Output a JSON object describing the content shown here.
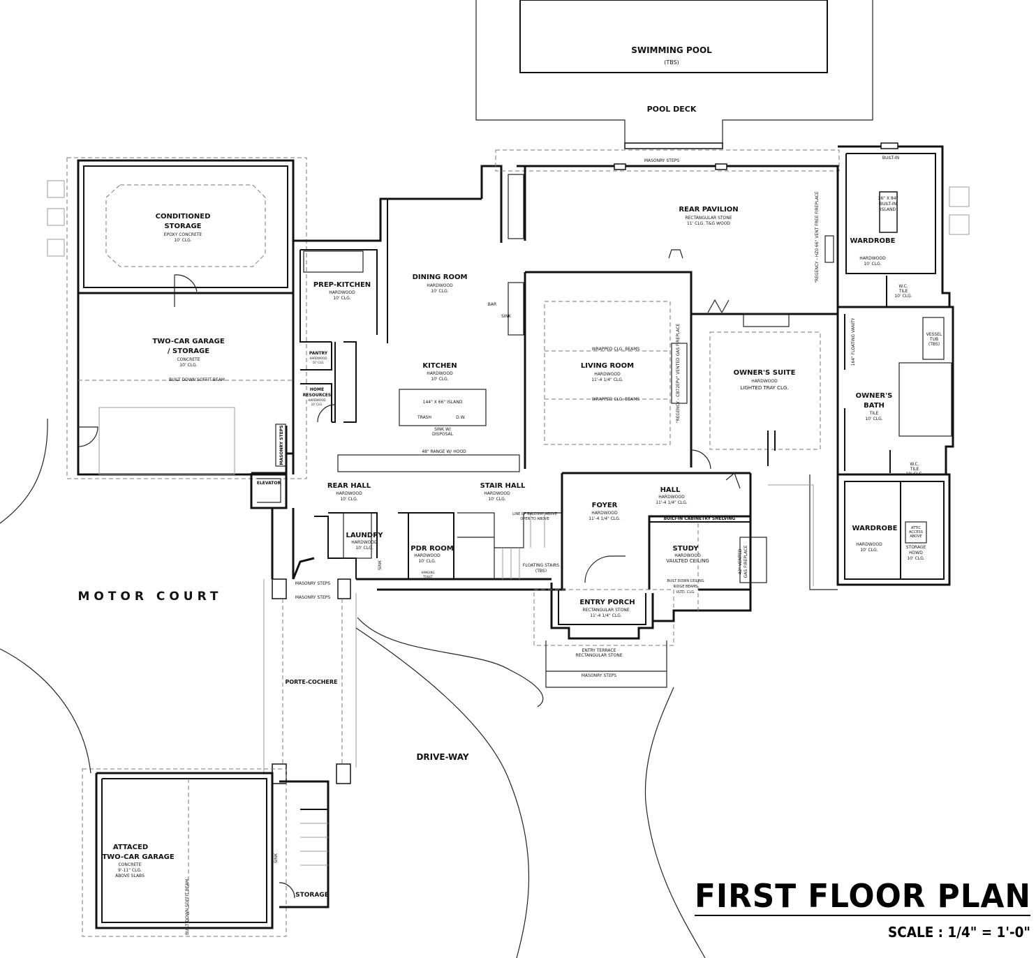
{
  "title": "FIRST FLOOR PLAN",
  "scale": "SCALE : 1/4\" = 1'-0\"",
  "exterior": {
    "pool": {
      "name": "SWIMMING POOL",
      "note": "(TBS)"
    },
    "pool_deck": "POOL DECK",
    "masonry_steps": "MASONRY STEPS",
    "motor_court": "MOTOR COURT",
    "porte_cochere": "PORTE-COCHERE",
    "driveway": "DRIVE-WAY",
    "entry_terrace": {
      "name": "ENTRY TERRACE",
      "finish": "RECTANGULAR STONE"
    }
  },
  "rooms": {
    "conditioned_storage": {
      "name": "CONDITIONED",
      "name2": "STORAGE",
      "finish": "EPOXY CONCRETE",
      "ceiling": "10' CLG."
    },
    "garage_storage": {
      "name": "TWO-CAR GARAGE",
      "name2": "/ STORAGE",
      "finish": "CONCRETE",
      "ceiling": "10' CLG.",
      "beam": "BUILT DOWN SOFFIT BEAM"
    },
    "prep_kitchen": {
      "name": "PREP-KITCHEN",
      "finish": "HARDWOOD",
      "ceiling": "10' CLG."
    },
    "dining": {
      "name": "DINING ROOM",
      "finish": "HARDWOOD",
      "ceiling": "10' CLG.",
      "bar": "BAR",
      "sink": "SINK"
    },
    "pantry": {
      "name": "PANTRY",
      "finish": "HARDWOOD",
      "ceiling": "10' CLG."
    },
    "home_resources": {
      "name": "HOME",
      "name2": "RESOURCES",
      "finish": "HARDWOOD",
      "ceiling": "10' CLG."
    },
    "kitchen": {
      "name": "KITCHEN",
      "finish": "HARDWOOD",
      "ceiling": "10' CLG.",
      "island": "144\" X 66\" ISLAND",
      "trash": "TRASH",
      "dw": "D.W.",
      "sink": "SINK W/",
      "disposal": "DISPOSAL",
      "range": "48\" RANGE W/ HOOD"
    },
    "rear_pavilion": {
      "name": "REAR PAVILION",
      "finish": "RECTANGULAR STONE",
      "ceiling": "11' CLG. T&G WOOD",
      "fireplace": "\"REGENCY - HZ0 66\" VENT FREE FIREPLACE"
    },
    "living": {
      "name": "LIVING ROOM",
      "finish": "HARDWOOD",
      "ceiling": "11'-4 1/4\" CLG.",
      "beams": "WRAPPED CLG. BEAMS",
      "fireplace": "\"REGENCY - CB72EPV\" VENTED GAS FIREPLACE"
    },
    "owners_suite": {
      "name": "OWNER'S SUITE",
      "finish": "HARDWOOD",
      "ceiling": "LIGHTED TRAY CLG."
    },
    "wardrobe_upper": {
      "name": "WARDROBE",
      "finish": "HARDWOOD",
      "ceiling": "10' CLG.",
      "island": "36\" X 84\"",
      "island2": "BUILT-IN",
      "island3": "ISLAND",
      "builtin": "BUILT-IN"
    },
    "owners_bath": {
      "name": "OWNER'S",
      "name2": "BATH",
      "finish": "TILE",
      "ceiling": "10' CLG.",
      "vanity": "164\" FLOATING VANITY",
      "tub": "VESSEL",
      "tub2": "TUB",
      "tub3": "(TBS)"
    },
    "wc_upper": {
      "name": "W.C.",
      "finish": "TILE",
      "ceiling": "10' CLG."
    },
    "wc_lower": {
      "name": "W.C.",
      "finish": "TILE",
      "ceiling": "10' CLG."
    },
    "wardrobe_lower": {
      "name": "WARDROBE",
      "finish": "HARDWOOD",
      "ceiling": "10' CLG.",
      "attic": "ATTIC",
      "attic2": "ACCESS",
      "attic3": "ABOVE"
    },
    "storage_hdwd": {
      "name": "STORAGE",
      "finish": "HDWD",
      "ceiling": "10' CLG."
    },
    "elevator": "ELEVATOR",
    "masonry_steps_side": "MASONRY STEPS",
    "rear_hall": {
      "name": "REAR HALL",
      "finish": "HARDWOOD",
      "ceiling": "10' CLG."
    },
    "stair_hall": {
      "name": "STAIR HALL",
      "finish": "HARDWOOD",
      "ceiling": "10' CLG."
    },
    "hall": {
      "name": "HALL",
      "finish": "HARDWOOD",
      "ceiling": "11'-4 1/4\" CLG."
    },
    "laundry": {
      "name": "LAUNDRY",
      "finish": "HARDWOOD",
      "ceiling": "10' CLG.",
      "sink": "SINK"
    },
    "pdr": {
      "name": "PDR ROOM",
      "finish": "HARDWOOD",
      "ceiling": "10' CLG.",
      "toilet": "HANGING",
      "toilet2": "TOILET"
    },
    "balcony": {
      "line1": "LINE OF BALCONY ABOVE",
      "line2": "OPEN TO ABOVE"
    },
    "stairs": {
      "name": "FLOATING STAIRS",
      "note": "(TBS)"
    },
    "foyer": {
      "name": "FOYER",
      "finish": "HARDWOOD",
      "ceiling": "11'-4 1/4\" CLG."
    },
    "cabinetry": "BUILT-IN CABINETRY SHELVING",
    "study": {
      "name": "STUDY",
      "finish": "HARDWOOD",
      "ceiling": "VAULTED CEILING",
      "fireplace": "42\" VENTED",
      "fireplace2": "GAS FIREPLACE",
      "note1": "BUILT DOWN CEILING",
      "note2": "RIDGE BEAMS",
      "note3": "VLTD. CLG."
    },
    "entry_porch": {
      "name": "ENTRY PORCH",
      "finish": "RECTANGULAR STONE",
      "ceiling": "11'-4 1/4\" CLG."
    },
    "attached_garage": {
      "name": "ATTACED",
      "name2": "TWO-CAR GARAGE",
      "finish": "CONCRETE",
      "ceiling": "9'-11\" CLG.",
      "note": "ABOVE SLABS",
      "beam": "BUILT DOWN SOFFIT BEAM"
    },
    "storage_small": {
      "name": "STORAGE",
      "sink": "SINK"
    }
  }
}
